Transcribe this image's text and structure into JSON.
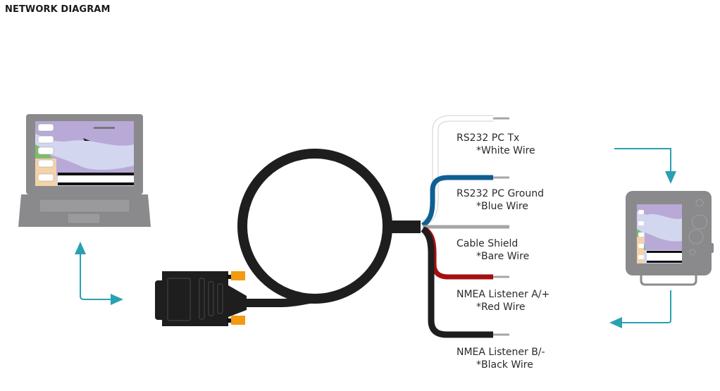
{
  "header": {
    "title": "NETWORK DIAGRAM"
  },
  "wires": [
    {
      "name": "RS232 PC Tx",
      "color_note": "*White Wire",
      "color": "#ffffff"
    },
    {
      "name": "RS232 PC Ground",
      "color_note": "*Blue Wire",
      "color": "#0f5f93"
    },
    {
      "name": "Cable Shield",
      "color_note": "*Bare Wire",
      "color": "#a6a6a6"
    },
    {
      "name": "NMEA Listener A/+",
      "color_note": "*Red Wire",
      "color": "#a50f0f"
    },
    {
      "name": "NMEA Listener B/-",
      "color_note": "*Black Wire",
      "color": "#1e1e1e"
    }
  ],
  "colors": {
    "arrow": "#2aa0b3",
    "cable": "#1e1e1e",
    "device": "#8a8a8c",
    "connector_pin": "#f39a12"
  },
  "devices": {
    "laptop": "laptop-pc",
    "chartplotter": "marine-display",
    "connector": "db9-serial-connector"
  }
}
